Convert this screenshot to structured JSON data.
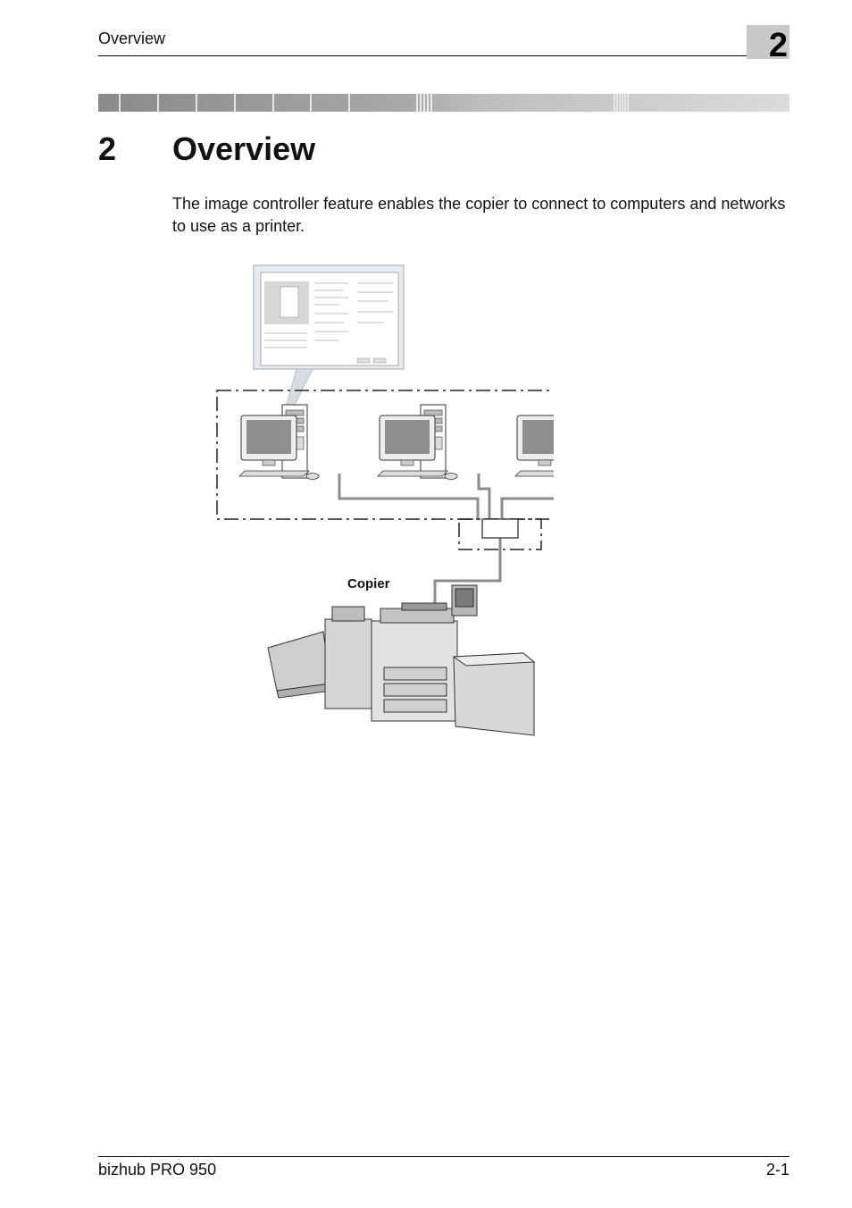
{
  "header": {
    "title": "Overview",
    "chapter_tab": "2"
  },
  "section": {
    "number": "2",
    "title": "Overview"
  },
  "intro": "The image controller feature enables the copier to connect to computers and networks to use as a printer.",
  "diagram": {
    "copier_label": "Copier"
  },
  "footer": {
    "product": "bizhub PRO 950",
    "page": "2-1"
  },
  "colors": {
    "tab": "#c9c9c9",
    "deco_dark": "#8a8a8a",
    "deco_light": "#d9d9d9",
    "cable": "#8c8c8c"
  }
}
